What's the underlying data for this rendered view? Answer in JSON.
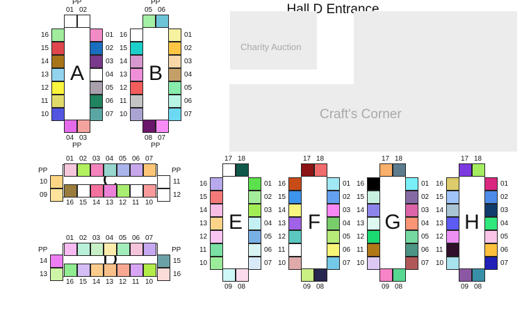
{
  "hall": {
    "title": "Hall D Entrance"
  },
  "areas": {
    "charity": "Charity Auction",
    "crafts": "Craft's Corner"
  },
  "pp": "PP",
  "blocks": [
    {
      "name": "A",
      "top": [
        [
          "01",
          "#ffffff"
        ],
        [
          "02",
          "#ffffff"
        ]
      ],
      "left": [
        [
          "16",
          "#a0ed9d"
        ],
        [
          "15",
          "#e0474c"
        ],
        [
          "14",
          "#a8741a"
        ],
        [
          "13",
          "#94d3ee"
        ],
        [
          "12",
          "#fbf53d"
        ],
        [
          "11",
          "#e1db6c"
        ],
        [
          "10",
          "#5255e0"
        ]
      ],
      "right": [
        [
          "01",
          "#f28ac6"
        ],
        [
          "02",
          "#1a6ec0"
        ],
        [
          "03",
          "#7a3a8c"
        ],
        [
          "04",
          "#ffffff"
        ],
        [
          "05",
          "#a8a0ac"
        ],
        [
          "06",
          "#208460"
        ],
        [
          "07",
          "#5aa6a2"
        ]
      ],
      "bottom": [
        [
          "04",
          "#e46cea"
        ],
        [
          "03",
          "#f4a39e"
        ]
      ]
    },
    {
      "name": "B",
      "top": [
        [
          "05",
          "#a4f0a4"
        ],
        [
          "06",
          "#6cc4d8"
        ]
      ],
      "left": [
        [
          "16",
          "#ffffff"
        ],
        [
          "15",
          "#1ccfc9"
        ],
        [
          "14",
          "#d798cf"
        ],
        [
          "13",
          "#ee8fd7"
        ],
        [
          "12",
          "#f35e5c"
        ],
        [
          "11",
          "#c4c4c4"
        ],
        [
          "10",
          "#aaa4d2"
        ]
      ],
      "right": [
        [
          "01",
          "#f6f2a0"
        ],
        [
          "02",
          "#fcc544"
        ],
        [
          "03",
          "#f8d8a8"
        ],
        [
          "04",
          "#c4a068"
        ],
        [
          "05",
          "#88ecac"
        ],
        [
          "06",
          "#b8f4e4"
        ],
        [
          "07",
          "#6cd8f2"
        ]
      ],
      "bottom": [
        [
          "08",
          "#6a166a"
        ],
        [
          "07",
          "#f88cf6"
        ]
      ]
    },
    {
      "name": "C",
      "top": [
        [
          "01",
          "#f6c6dc"
        ],
        [
          "02",
          "#b2f060"
        ],
        [
          "03",
          "#f584bd"
        ],
        [
          "04",
          "#96d6ce"
        ],
        [
          "05",
          "#aab4ec"
        ],
        [
          "06",
          "#c8a8ec"
        ],
        [
          "07",
          "#fcc676"
        ]
      ],
      "left": [
        [
          "10",
          "#fcd684"
        ],
        [
          "09",
          "#fce29a"
        ]
      ],
      "right": [
        [
          "11",
          "#ffffff"
        ],
        [
          "12",
          "#ffffff"
        ]
      ],
      "bottom": [
        [
          "16",
          "#9a7c3c"
        ],
        [
          "15",
          "#ffffff"
        ],
        [
          "14",
          "#f5719e"
        ],
        [
          "13",
          "#ec82d8"
        ],
        [
          "12",
          "#a8ee70"
        ],
        [
          "11",
          "#ffffff"
        ],
        [
          "10",
          "#f89a9c"
        ]
      ]
    },
    {
      "name": "D",
      "top": [
        [
          "01",
          "#f7baf1"
        ],
        [
          "02",
          "#b8f0da"
        ],
        [
          "03",
          "#c8f0c6"
        ],
        [
          "04",
          "#fcecac"
        ],
        [
          "05",
          "#a2ecba"
        ],
        [
          "06",
          "#f4c4dc"
        ],
        [
          "07",
          "#c6a8f0"
        ]
      ],
      "left": [
        [
          "14",
          "#ee7ef4"
        ],
        [
          "13",
          "#ccf6a6"
        ]
      ],
      "right": [
        [
          "15",
          "#6aa2a8"
        ],
        [
          "16",
          "#fcdcd8"
        ]
      ],
      "bottom": [
        [
          "16",
          "#90ec90"
        ],
        [
          "15",
          "#d4bcf4"
        ],
        [
          "14",
          "#fccc8c"
        ],
        [
          "13",
          "#f8c088"
        ],
        [
          "12",
          "#f8a892"
        ],
        [
          "11",
          "#d8a4f6"
        ],
        [
          "10",
          "#b2ec48"
        ]
      ]
    },
    {
      "name": "E",
      "top": [
        [
          "17",
          "#ffffff"
        ],
        [
          "18",
          "#10584a"
        ]
      ],
      "left": [
        [
          "16",
          "#b8a8ec"
        ],
        [
          "15",
          "#f47a7a"
        ],
        [
          "14",
          "#f9bee6"
        ],
        [
          "13",
          "#fbd48a"
        ],
        [
          "12",
          "#f8c4f0"
        ],
        [
          "11",
          "#7ae0a4"
        ],
        [
          "10",
          "#9aec9a"
        ]
      ],
      "right": [
        [
          "01",
          "#5ce04c"
        ],
        [
          "02",
          "#a4ec9c"
        ],
        [
          "03",
          "#a2ec56"
        ],
        [
          "04",
          "#c4f0f4"
        ],
        [
          "05",
          "#78b0e6"
        ],
        [
          "06",
          "#d8f4f2"
        ],
        [
          "07",
          "#d8eaf8"
        ]
      ],
      "bottom": [
        [
          "09",
          "#cef8f8"
        ],
        [
          "08",
          "#fcdcec"
        ]
      ]
    },
    {
      "name": "F",
      "top": [
        [
          "17",
          "#8c1414"
        ],
        [
          "18",
          "#f06c6c"
        ]
      ],
      "left": [
        [
          "16",
          "#c84c18"
        ],
        [
          "15",
          "#3c94ec"
        ],
        [
          "14",
          "#f6f680"
        ],
        [
          "13",
          "#a062e6"
        ],
        [
          "12",
          "#5ac8c0"
        ],
        [
          "11",
          "#ffffff"
        ],
        [
          "10",
          "#e0aaaa"
        ]
      ],
      "right": [
        [
          "01",
          "#a0e8f4"
        ],
        [
          "02",
          "#64a0f0"
        ],
        [
          "03",
          "#f888f4"
        ],
        [
          "04",
          "#78cc6a"
        ],
        [
          "05",
          "#b8ec78"
        ],
        [
          "06",
          "#f8f478"
        ],
        [
          "07",
          "#74c8e8"
        ]
      ],
      "bottom": [
        [
          "09",
          "#caf084"
        ],
        [
          "08",
          "#26264e"
        ]
      ]
    },
    {
      "name": "G",
      "top": [
        [
          "17",
          "#f8b06a"
        ],
        [
          "18",
          "#5c7c8e"
        ]
      ],
      "left": [
        [
          "16",
          "#000000"
        ],
        [
          "15",
          "#c8f0e0"
        ],
        [
          "14",
          "#8c84e8"
        ],
        [
          "13",
          "#dcf8f0"
        ],
        [
          "12",
          "#1cd870"
        ],
        [
          "11",
          "#b07818"
        ],
        [
          "10",
          "#ddc8f4"
        ]
      ],
      "right": [
        [
          "01",
          "#78eef8"
        ],
        [
          "02",
          "#866aa4"
        ],
        [
          "03",
          "#de64a8"
        ],
        [
          "04",
          "#f99474"
        ],
        [
          "05",
          "#74d8a0"
        ],
        [
          "06",
          "#4c9484"
        ],
        [
          "07",
          "#b05858"
        ]
      ],
      "bottom": [
        [
          "09",
          "#f884c8"
        ],
        [
          "08",
          "#58d890"
        ]
      ]
    },
    {
      "name": "H",
      "top": [
        [
          "17",
          "#7c3ae0"
        ],
        [
          "18",
          "#a4ec60"
        ]
      ],
      "left": [
        [
          "16",
          "#dccc6a"
        ],
        [
          "15",
          "#a0c4f8"
        ],
        [
          "14",
          "#aac4d4"
        ],
        [
          "13",
          "#5c5cf4"
        ],
        [
          "12",
          "#ec90f4"
        ],
        [
          "11",
          "#30102a"
        ],
        [
          "10",
          "#a8e2ec"
        ]
      ],
      "right": [
        [
          "01",
          "#d82880"
        ],
        [
          "02",
          "#4c8ce8"
        ],
        [
          "03",
          "#103c6c"
        ],
        [
          "04",
          "#30e87c"
        ],
        [
          "05",
          "#f8c4e8"
        ],
        [
          "06",
          "#fcc03c"
        ],
        [
          "07",
          "#2020b8"
        ]
      ],
      "bottom": [
        [
          "09",
          "#8c58a4"
        ],
        [
          "08",
          "#3890a8"
        ]
      ]
    }
  ]
}
